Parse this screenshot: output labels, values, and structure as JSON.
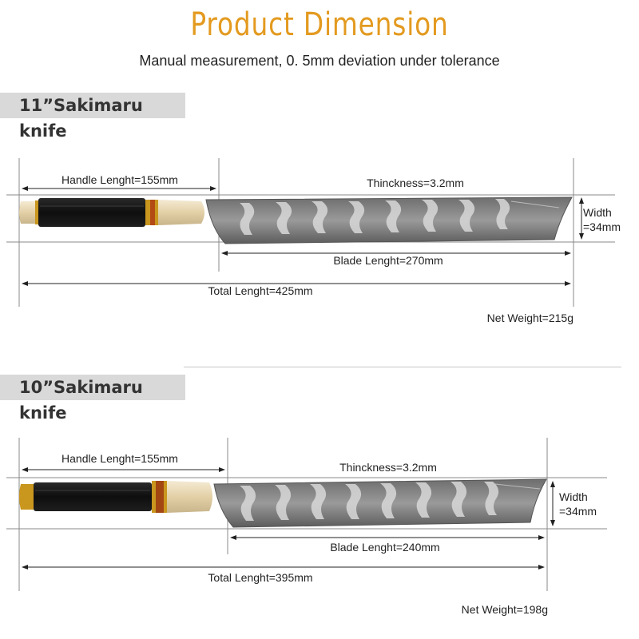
{
  "header": {
    "title": "Product Dimension",
    "subtitle": "Manual measurement, 0. 5mm deviation under tolerance"
  },
  "colors": {
    "title": "#e39a1f",
    "banner_bg": "#d9d9d9",
    "handle_black": "#141414",
    "handle_horn": "#e6d6b2",
    "brass": "#c9961e",
    "blade_steel": "#8c8c8c"
  },
  "knives": [
    {
      "name": "11”Sakimaru knife",
      "handle_label": "Handle Lenght=155mm",
      "thickness_label": "Thinckness=3.2mm",
      "width_label": "Width",
      "width_value": "=34mm",
      "blade_label": "Blade Lenght=270mm",
      "total_label": "Total Lenght=425mm",
      "weight_label": "Net Weight=215g"
    },
    {
      "name": "10”Sakimaru knife",
      "handle_label": "Handle Lenght=155mm",
      "thickness_label": "Thinckness=3.2mm",
      "width_label": "Width",
      "width_value": "=34mm",
      "blade_label": "Blade Lenght=240mm",
      "total_label": "Total Lenght=395mm",
      "weight_label": "Net Weight=198g"
    }
  ]
}
